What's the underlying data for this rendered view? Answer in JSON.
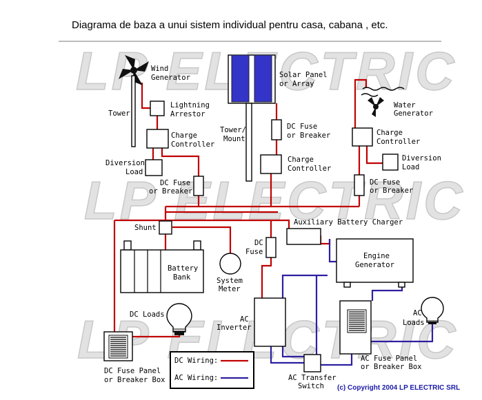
{
  "title": "Diagrama de baza a unui sistem individual pentru casa, cabana , etc.",
  "watermark": "LP ELECTRIC",
  "copyright": "(c) Copyright 2004 LP ELECTRIC SRL",
  "colors": {
    "dc_wiring": "#c00000",
    "ac_wiring": "#2c1fa0",
    "solar_panel": "#3434c8",
    "watermark": "#e2e2e2"
  },
  "labels": {
    "wind_generator": [
      "Wind",
      "Generator"
    ],
    "tower": "Tower",
    "lightning_arrestor": [
      "Lightning",
      "Arrestor"
    ],
    "wind_charge_controller": [
      "Charge",
      "Controller"
    ],
    "diversion_load_left": [
      "Diversion",
      "Load"
    ],
    "dc_fuse_left": [
      "DC Fuse",
      "or Breaker"
    ],
    "solar_panel": [
      "Solar Panel",
      "or Array"
    ],
    "tower_mount": [
      "Tower/",
      "Mount"
    ],
    "solar_dc_fuse": [
      "DC Fuse",
      "or Breaker"
    ],
    "solar_charge_controller": [
      "Charge",
      "Controller"
    ],
    "water_generator": [
      "Water",
      "Generator"
    ],
    "water_charge_controller": [
      "Charge",
      "Controller"
    ],
    "diversion_load_right": [
      "Diversion",
      "Load"
    ],
    "dc_fuse_right": [
      "DC Fuse",
      "or Breaker"
    ],
    "aux_charger": "Auxiliary Battery Charger",
    "shunt": "Shunt",
    "battery_bank": [
      "Battery",
      "Bank"
    ],
    "system_meter": [
      "System",
      "Meter"
    ],
    "dc_fuse_mid": [
      "DC",
      "Fuse"
    ],
    "engine_generator": [
      "Engine",
      "Generator"
    ],
    "dc_loads": "DC Loads",
    "ac_inverter": [
      "AC",
      "Inverter"
    ],
    "ac_loads": [
      "AC",
      "Loads"
    ],
    "dc_panel": [
      "DC Fuse Panel",
      "or Breaker Box"
    ],
    "ac_panel": [
      "AC Fuse Panel",
      "or Breaker Box"
    ],
    "transfer_switch": [
      "AC Transfer",
      "Switch"
    ]
  },
  "legend": {
    "dc": "DC Wiring:",
    "ac": "AC Wiring:"
  }
}
